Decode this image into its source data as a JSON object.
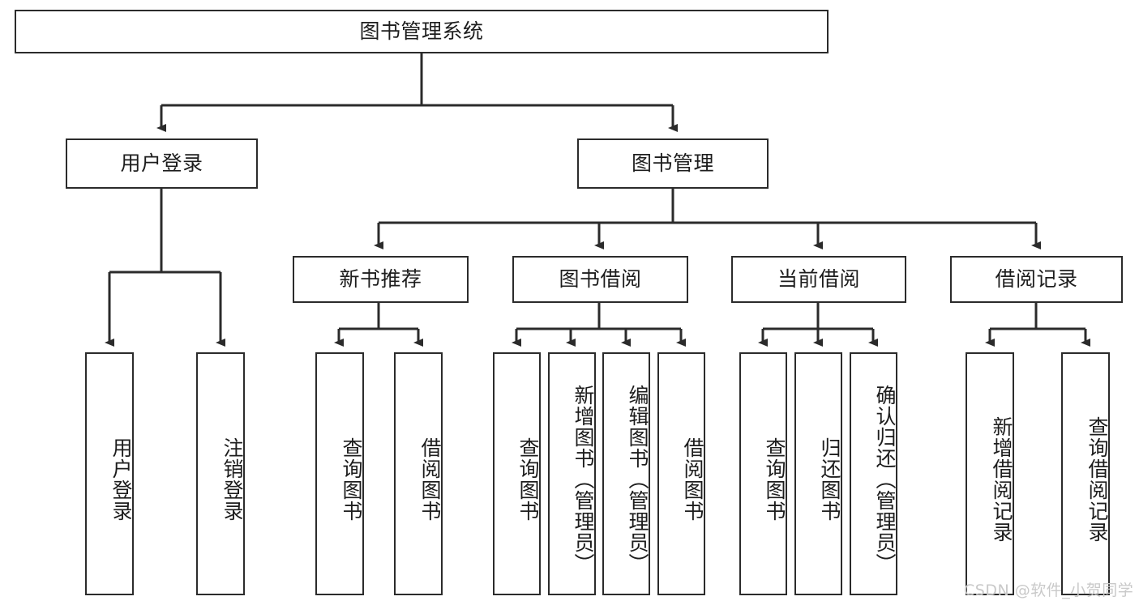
{
  "diagram": {
    "title": "图书管理系统",
    "type": "功能结构图",
    "root": {
      "label": "图书管理系统"
    },
    "level1": [
      {
        "label": "用户登录"
      },
      {
        "label": "图书管理"
      }
    ],
    "level2": [
      {
        "label": "新书推荐"
      },
      {
        "label": "图书借阅"
      },
      {
        "label": "当前借阅"
      },
      {
        "label": "借阅记录"
      }
    ],
    "leaves": {
      "user_login": [
        {
          "label": "用户登录"
        },
        {
          "label": "注销登录"
        }
      ],
      "new_book_recommend": [
        {
          "label": "查询图书"
        },
        {
          "label": "借阅图书"
        }
      ],
      "book_borrow": [
        {
          "label": "查询图书"
        },
        {
          "label": "新增图书（管理员）"
        },
        {
          "label": "编辑图书（管理员）"
        },
        {
          "label": "借阅图书"
        }
      ],
      "current_borrow": [
        {
          "label": "查询图书"
        },
        {
          "label": "归还图书"
        },
        {
          "label": "确认归还（管理员）"
        }
      ],
      "borrow_record": [
        {
          "label": "新增借阅记录"
        },
        {
          "label": "查询借阅记录"
        }
      ]
    }
  },
  "watermark": {
    "text": "CSDN @软件_小贺同学"
  },
  "colors": {
    "line": "#2b2b2b",
    "box_border": "#2b2b2b",
    "box_fill": "#ffffff",
    "text": "#1d1d1d",
    "watermark": "#c9c9c9"
  }
}
